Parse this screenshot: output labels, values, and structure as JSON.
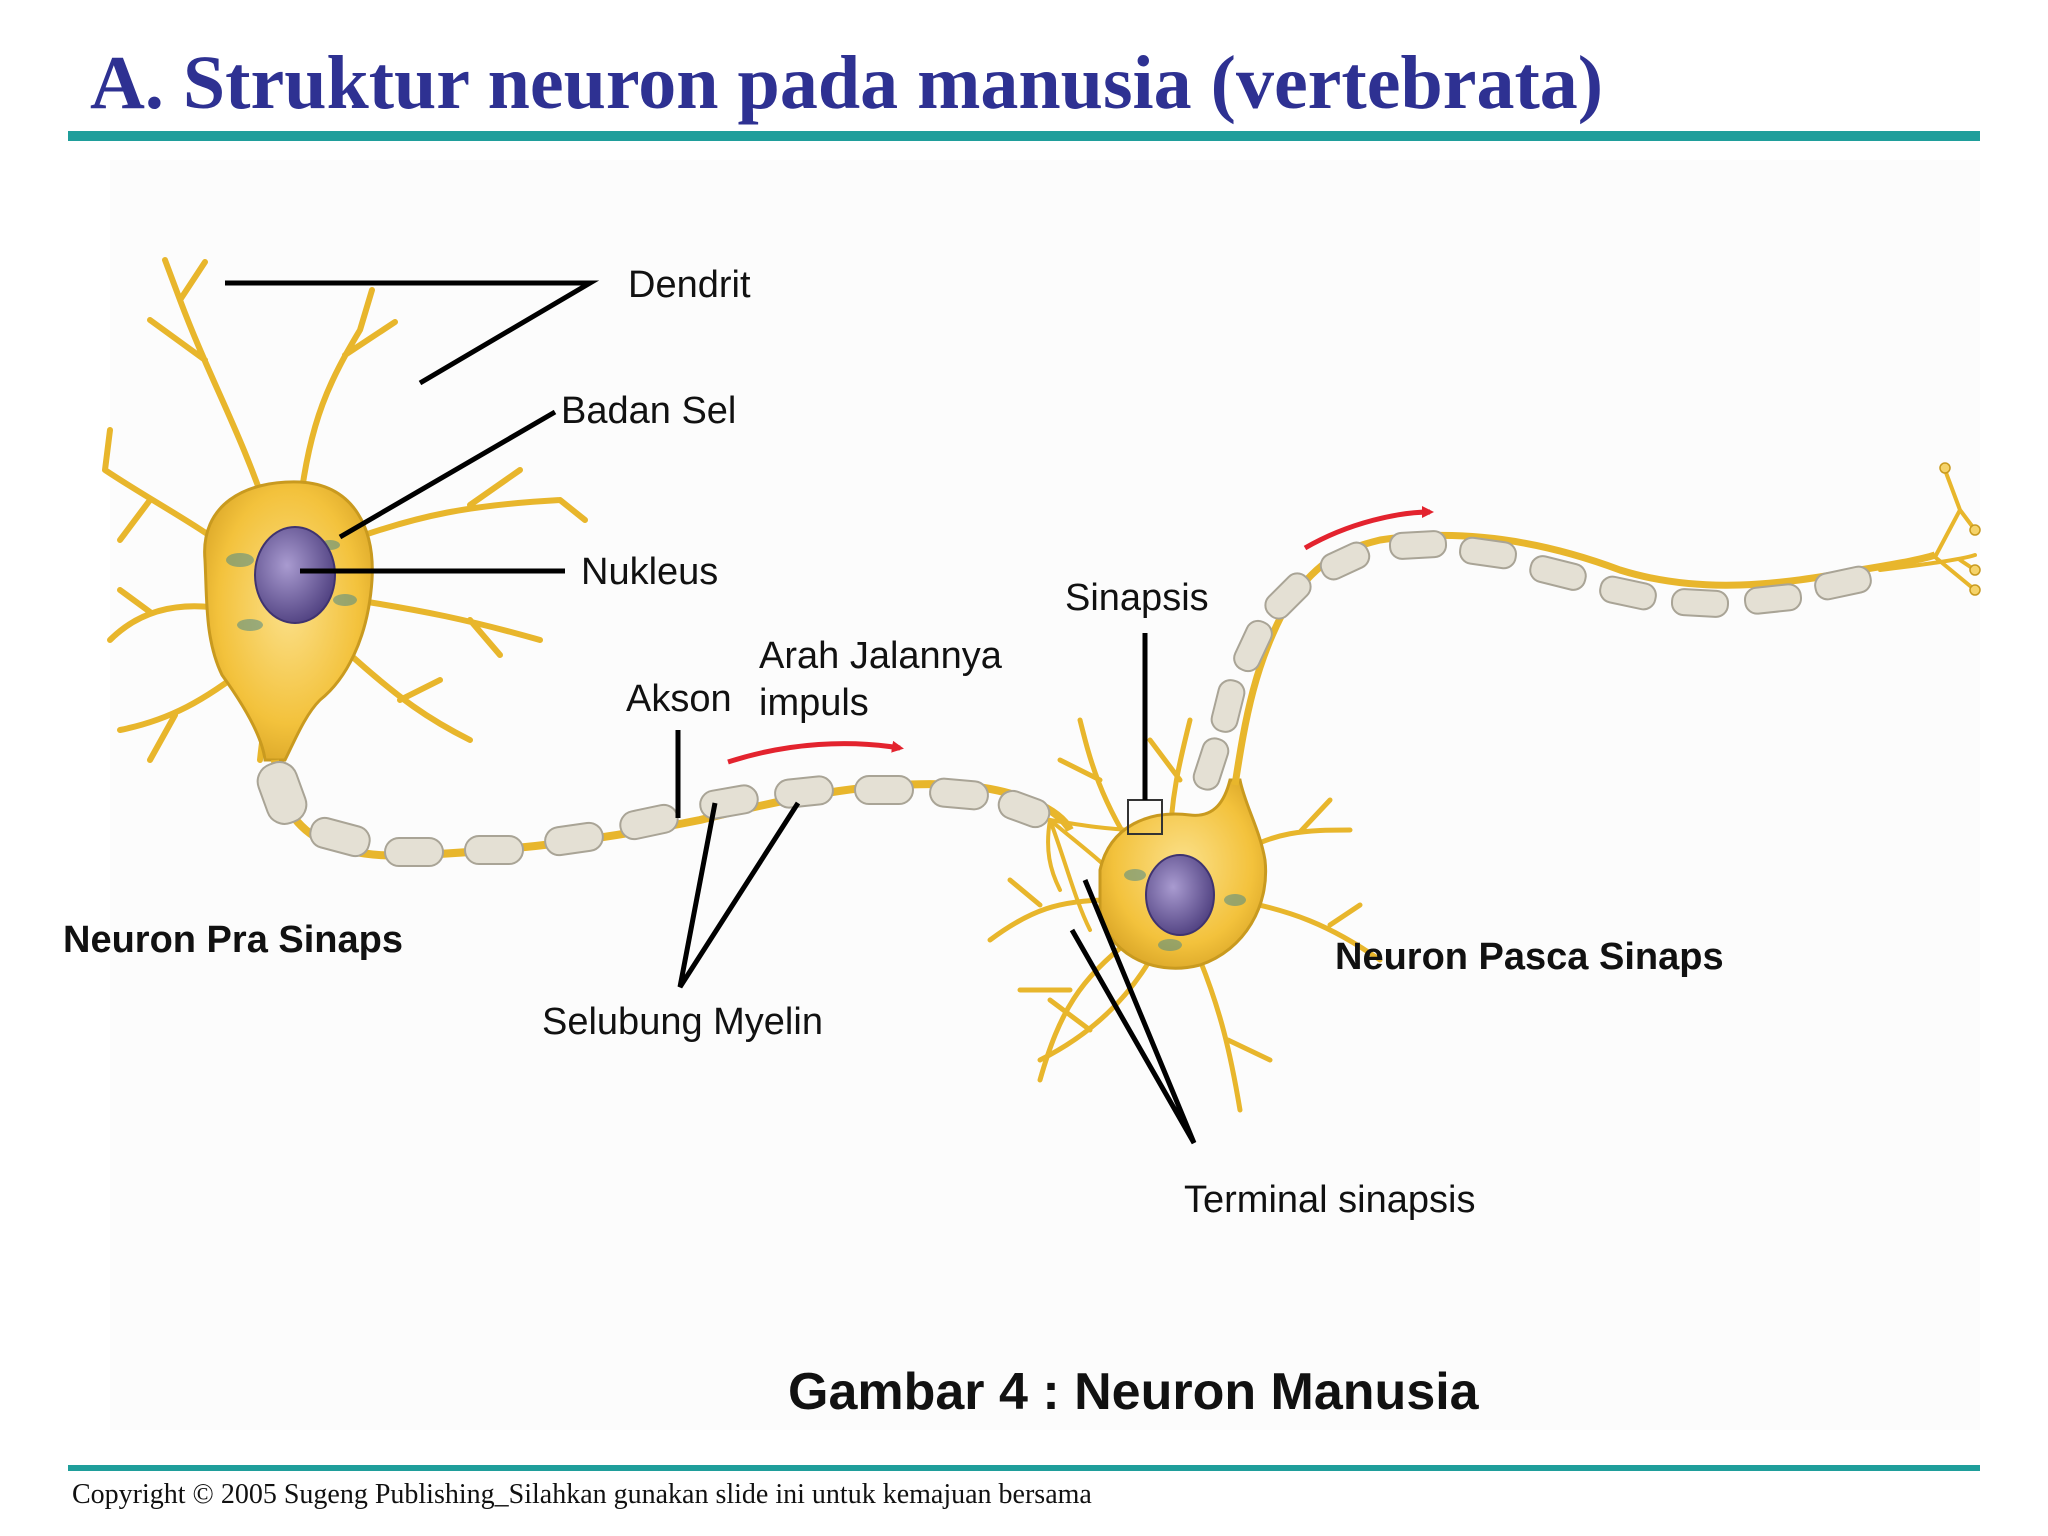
{
  "slide": {
    "title": "A. Struktur neuron pada manusia (vertebrata)",
    "caption": "Gambar 4 : Neuron Manusia",
    "footer": "Copyright © 2005 Sugeng Publishing_Silahkan gunakan slide ini untuk kemajuan bersama"
  },
  "labels": {
    "dendrit": "Dendrit",
    "badan_sel": "Badan Sel",
    "nukleus": "Nukleus",
    "akson": "Akson",
    "arah_line1": "Arah Jalannya",
    "arah_line2": "impuls",
    "sinapsis": "Sinapsis",
    "selubung_myelin": "Selubung Myelin",
    "terminal_sinapsis": "Terminal sinapsis",
    "neuron_pra": "Neuron Pra Sinaps",
    "neuron_pasca": "Neuron Pasca Sinaps"
  },
  "colors": {
    "title": "#2e3192",
    "rule": "#1f9e9b",
    "neuron_body": "#f5c642",
    "neuron_outline": "#c99a1f",
    "nucleus": "#6b5b93",
    "myelin": "#e4e0d4",
    "impulse_arrow": "#e3232e"
  }
}
